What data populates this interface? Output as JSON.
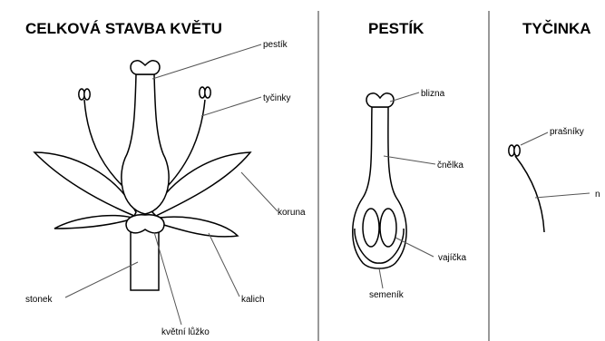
{
  "titles": {
    "whole": "CELKOVÁ STAVBA KVĚTU",
    "pistil": "PESTÍK",
    "stamen": "TYČINKA"
  },
  "labels": {
    "whole": {
      "pestik": "pestík",
      "tycinky": "tyčinky",
      "koruna": "koruna",
      "kalich": "kalich",
      "stonek": "stonek",
      "kvetni_luzko": "květní lůžko"
    },
    "pistil": {
      "blizna": "blizna",
      "cnelka": "čnělka",
      "vajicka": "vajíčka",
      "semenik": "semeník"
    },
    "stamen": {
      "prasniky": "prašníky",
      "nitka": "n"
    }
  }
}
